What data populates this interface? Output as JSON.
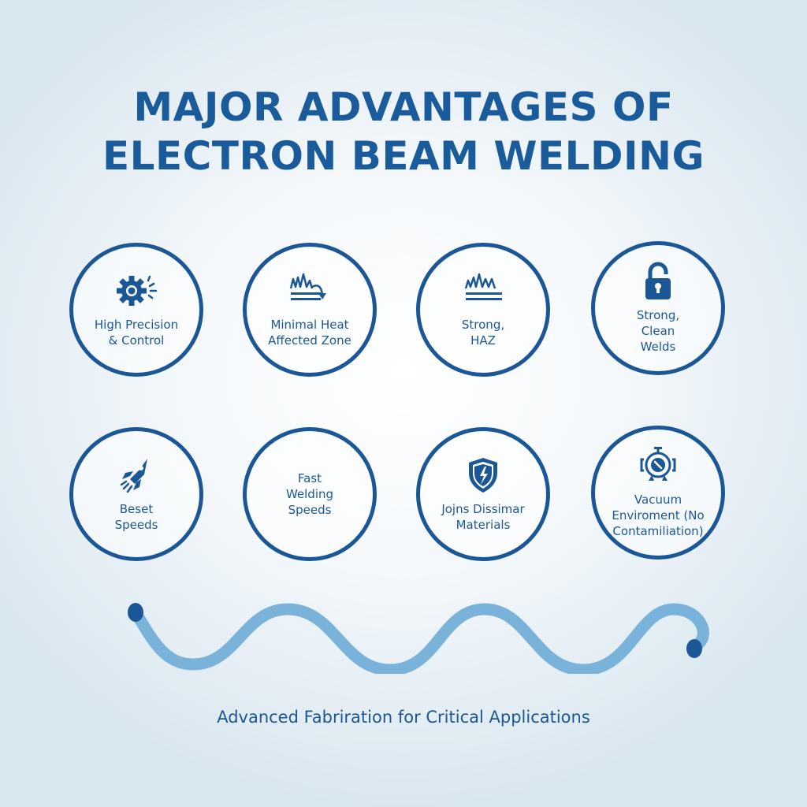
{
  "title": {
    "line1": "MAJOR ADVANTAGES OF",
    "line2": "ELECTRON BEAM WELDING"
  },
  "colors": {
    "primary": "#1b5797",
    "wave": "#7ab3d9",
    "wave_endpoint": "#1b5797",
    "background": "#e3edf4"
  },
  "advantages": [
    {
      "icon": "gear-spark-icon",
      "label": "High Precision\n& Control"
    },
    {
      "icon": "heat-wave-arrow-icon",
      "label": "Minimal Heat\nAffected Zone"
    },
    {
      "icon": "heat-wave-icon",
      "label": "Strong,\nHAZ"
    },
    {
      "icon": "padlock-icon",
      "label": "Strong,\nClean\nWelds"
    },
    {
      "icon": "rocket-icon",
      "label": "Beset\nSpeeds"
    },
    {
      "icon": "",
      "label": "Fast\nWelding\nSpeeds"
    },
    {
      "icon": "shield-lightning-icon",
      "label": "Jojns Dissimar\nMaterials"
    },
    {
      "icon": "vacuum-pump-icon",
      "label": "Vacuum\nEnviroment (No\nContamiliation)"
    }
  ],
  "tagline": "Advanced Fabriration for Critical Applications"
}
